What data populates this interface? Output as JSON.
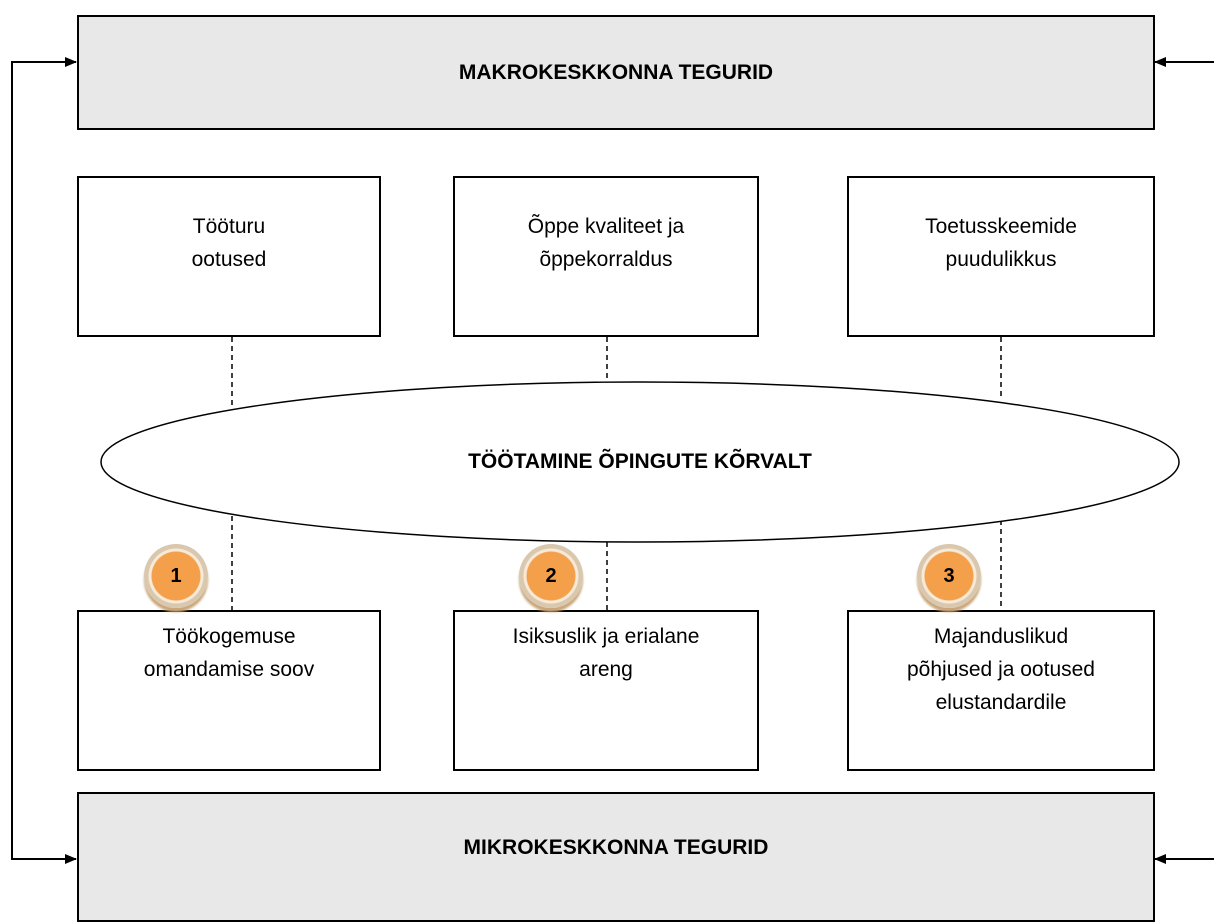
{
  "macro": {
    "label": "MAKROKESKKONNA TEGURID"
  },
  "micro": {
    "label": "MIKROKESKKONNA TEGURID"
  },
  "center": {
    "label": "TÖÖTAMINE ÕPINGUTE KÕRVALT"
  },
  "factors": [
    {
      "label": "Tööturu\nootused"
    },
    {
      "label": "Õppe kvaliteet ja\nõppekorraldus"
    },
    {
      "label": "Toetusskeemide\npuudulikkus"
    }
  ],
  "motives": [
    {
      "number": "1",
      "label": "Töökogemuse\nomandamise soov"
    },
    {
      "number": "2",
      "label": "Isiksuslik ja erialane\nareng"
    },
    {
      "number": "3",
      "label": "Majanduslikud\npõhjused ja ootused\nelustandardile"
    }
  ],
  "colors": {
    "band_fill": "#e8e8e8",
    "badge_fill": "#f4a04a",
    "line": "#000000"
  }
}
